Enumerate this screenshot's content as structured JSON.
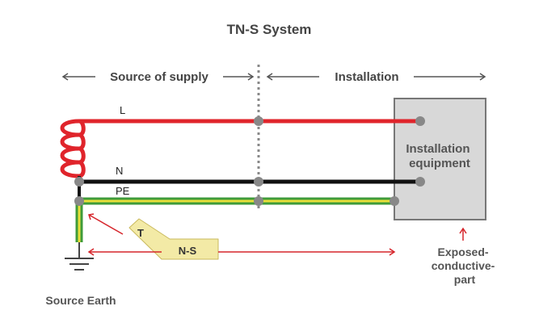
{
  "title": "TN-S System",
  "sections": {
    "source_of_supply": "Source of supply",
    "installation": "Installation"
  },
  "conductors": {
    "line": "L",
    "neutral": "N",
    "protective_earth": "PE"
  },
  "equipment_label": [
    "Installation",
    "equipment"
  ],
  "exposed_label": [
    "Exposed-",
    "conductive-",
    "part"
  ],
  "source_earth_label": "Source Earth",
  "earthing_tags": {
    "t": "T",
    "ns": "N-S"
  },
  "colors": {
    "line": "#e0242b",
    "neutral": "#111111",
    "pe_green": "#3f9b3a",
    "pe_yellow": "#e9df3a",
    "node": "#888888",
    "equipment_fill": "#d8d8d8",
    "arrow_red": "#d6262c",
    "tag_fill": "#f3eaa6"
  }
}
